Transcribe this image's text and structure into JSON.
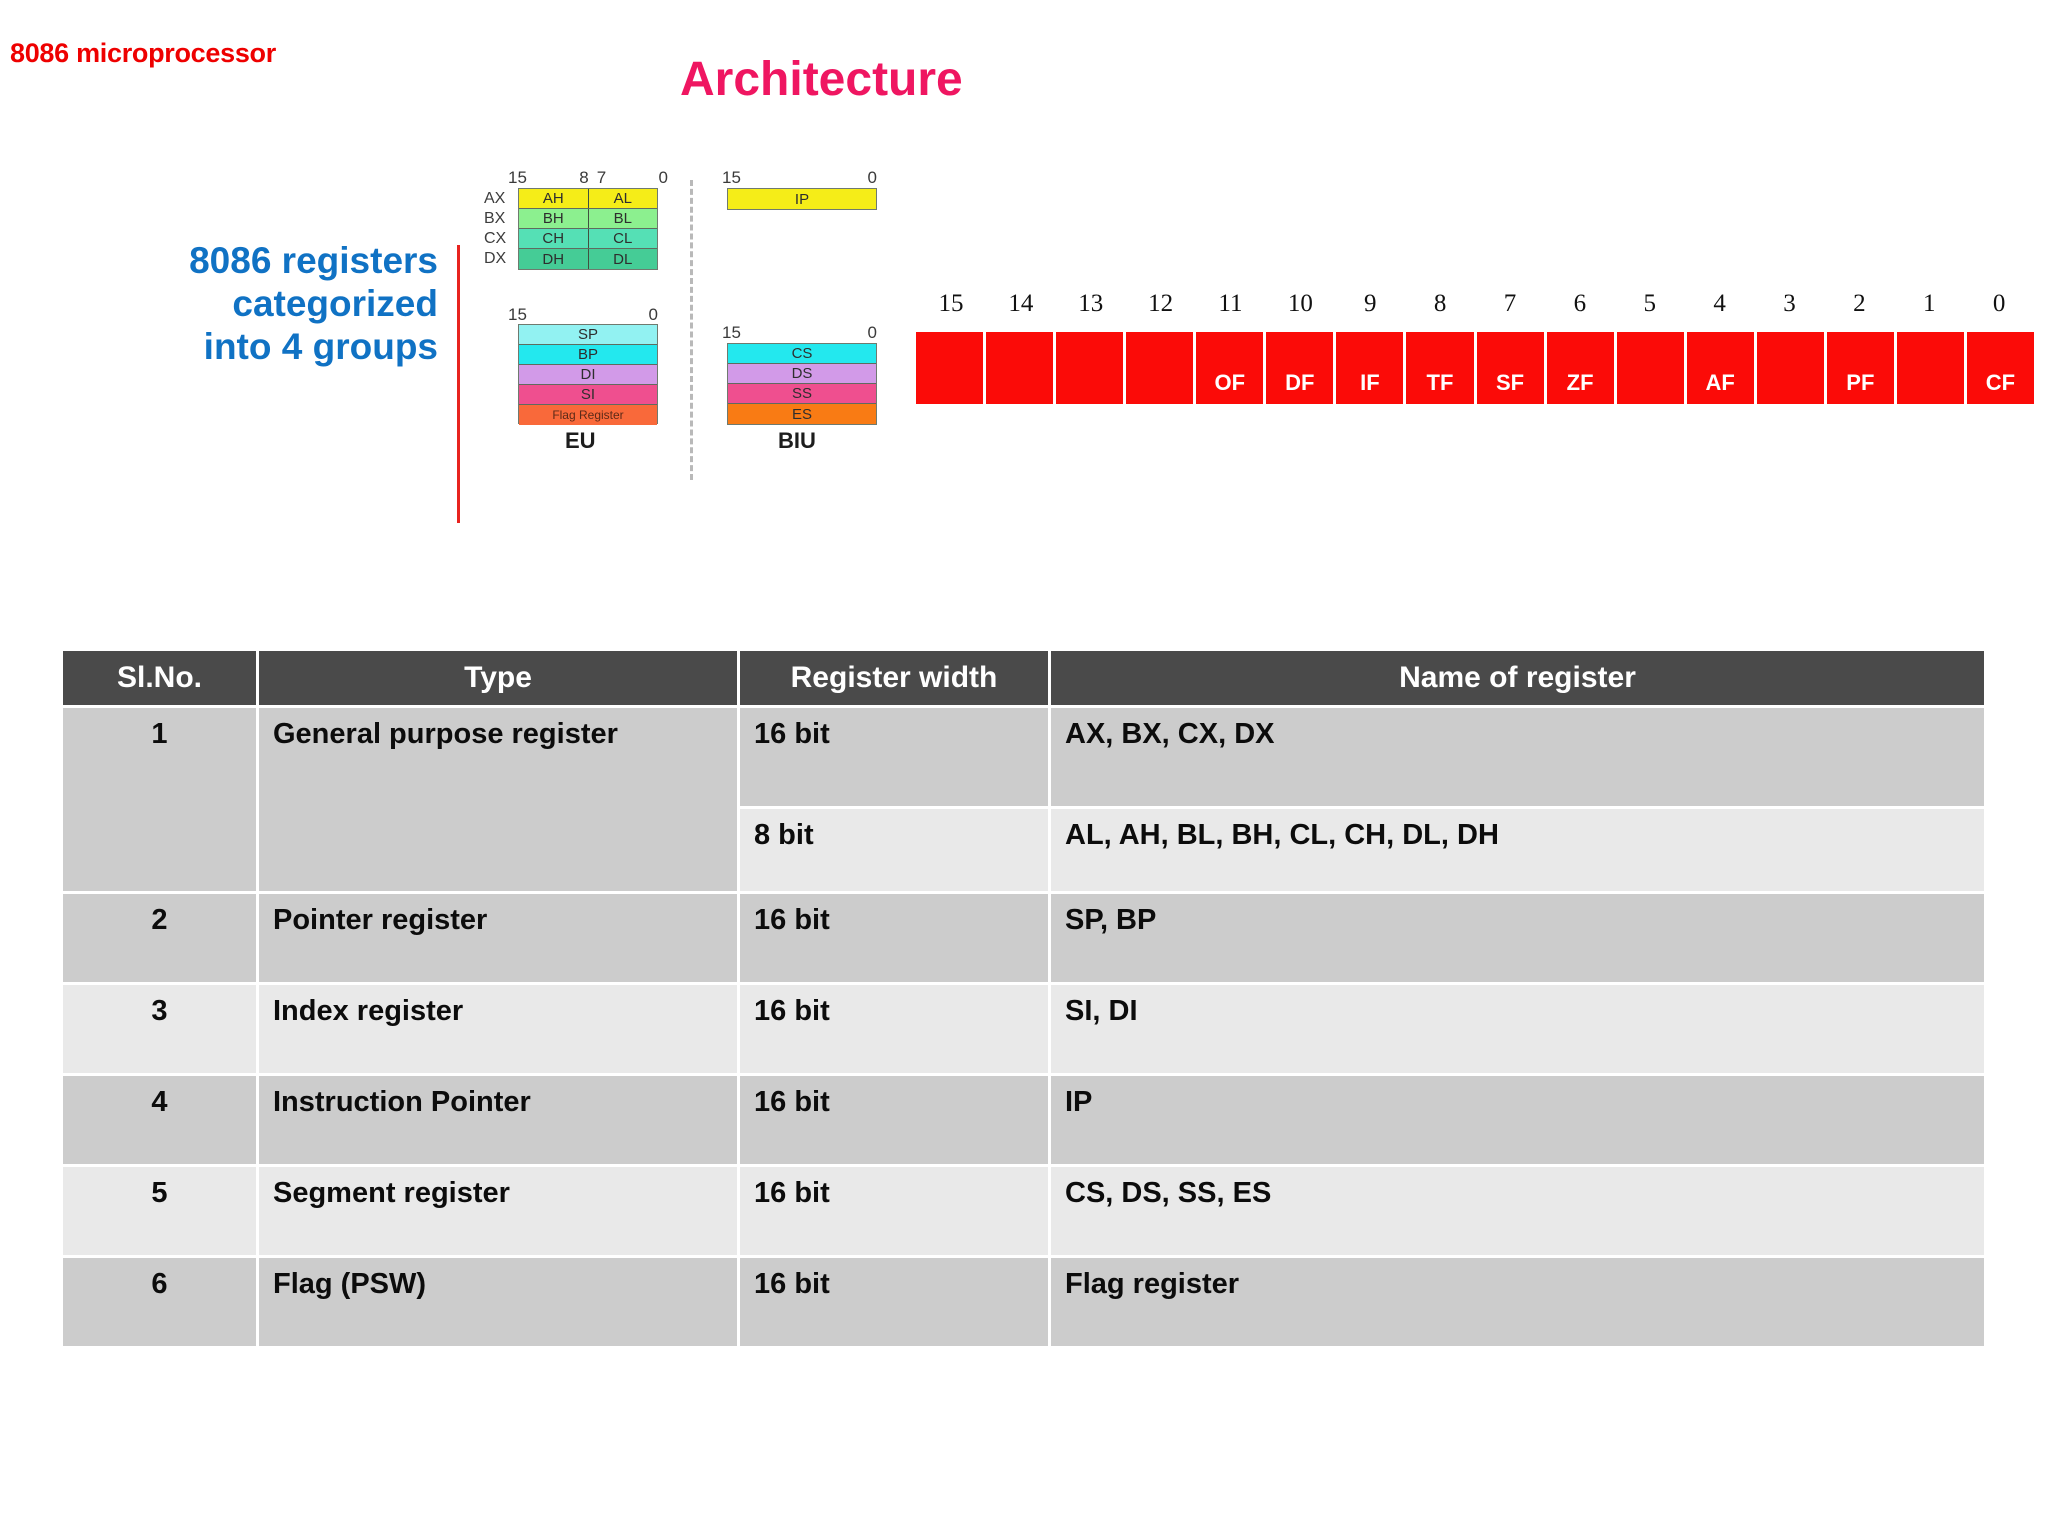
{
  "slide": {
    "subtitle": "8086 microprocessor",
    "title": "Architecture",
    "caption_lines": [
      "8086 registers",
      "categorized",
      "into 4 groups"
    ]
  },
  "register_figure": {
    "eu_label": "EU",
    "biu_label": "BIU",
    "general_scale": [
      "15",
      "8",
      "7",
      "0"
    ],
    "pointer_scale": [
      "15",
      "0"
    ],
    "ip_scale": [
      "15",
      "0"
    ],
    "segment_scale": [
      "15",
      "0"
    ],
    "general_rows": [
      {
        "name": "AX",
        "high": "AH",
        "low": "AL",
        "color": "#f5ed18"
      },
      {
        "name": "BX",
        "high": "BH",
        "low": "BL",
        "color": "#8cf08f"
      },
      {
        "name": "CX",
        "high": "CH",
        "low": "CL",
        "color": "#55e0b5"
      },
      {
        "name": "DX",
        "high": "DH",
        "low": "DL",
        "color": "#45cc96"
      }
    ],
    "eu_stack": [
      {
        "label": "SP",
        "color": "#92f2f2"
      },
      {
        "label": "BP",
        "color": "#23e8ee"
      },
      {
        "label": "DI",
        "color": "#d29ae8"
      },
      {
        "label": "SI",
        "color": "#ef4f8f"
      },
      {
        "label": "Flag Register",
        "color": "#f9693a"
      }
    ],
    "ip_block": {
      "label": "IP",
      "color": "#f5ed18"
    },
    "biu_stack": [
      {
        "label": "CS",
        "color": "#23e8ee"
      },
      {
        "label": "DS",
        "color": "#d29ae8"
      },
      {
        "label": "SS",
        "color": "#ef4f8f"
      },
      {
        "label": "ES",
        "color": "#f97b14"
      }
    ]
  },
  "flag_register": {
    "bit_numbers": [
      "15",
      "14",
      "13",
      "12",
      "11",
      "10",
      "9",
      "8",
      "7",
      "6",
      "5",
      "4",
      "3",
      "2",
      "1",
      "0"
    ],
    "flags": [
      "",
      "",
      "",
      "",
      "OF",
      "DF",
      "IF",
      "TF",
      "SF",
      "ZF",
      "",
      "AF",
      "",
      "PF",
      "",
      "CF"
    ],
    "cell_color": "#fb0b08"
  },
  "table": {
    "headers": [
      "Sl.No.",
      "Type",
      "Register width",
      "Name of register"
    ],
    "rows": [
      {
        "no": "1",
        "type": "General purpose register",
        "width": "16 bit",
        "names": "AX, BX, CX, DX"
      },
      {
        "no": "",
        "type": "",
        "width": "8 bit",
        "names": "AL, AH, BL, BH, CL, CH, DL, DH"
      },
      {
        "no": "2",
        "type": "Pointer register",
        "width": "16 bit",
        "names": "SP, BP"
      },
      {
        "no": "3",
        "type": "Index register",
        "width": "16 bit",
        "names": "SI, DI"
      },
      {
        "no": "4",
        "type": "Instruction Pointer",
        "width": "16 bit",
        "names": "IP"
      },
      {
        "no": "5",
        "type": "Segment register",
        "width": "16 bit",
        "names": "CS, DS, SS, ES"
      },
      {
        "no": "6",
        "type": "Flag (PSW)",
        "width": "16 bit",
        "names": "Flag register"
      }
    ]
  }
}
